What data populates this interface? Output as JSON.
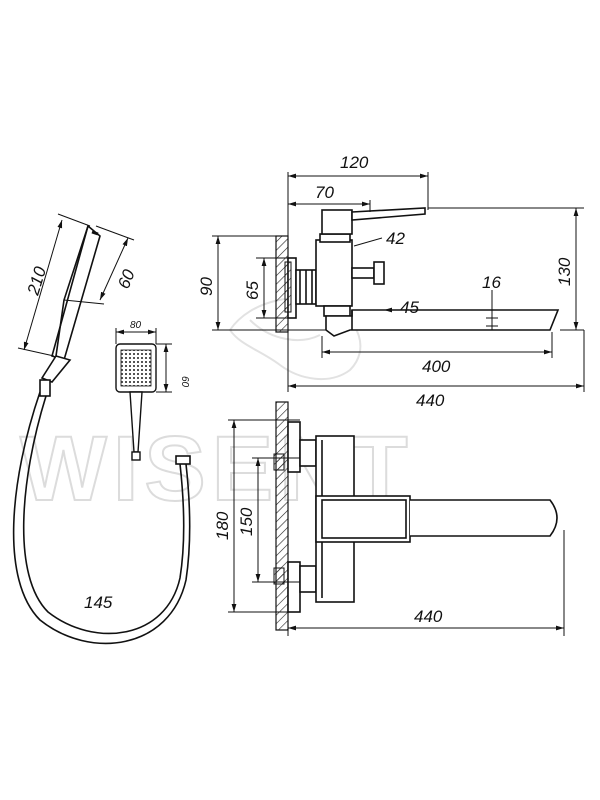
{
  "watermark": {
    "brand": "WISENT"
  },
  "dimensions": {
    "top_width_120": "120",
    "top_width_70": "70",
    "handle_42": "42",
    "eccentric_45": "45",
    "spout_height_16": "16",
    "spout_length_400": "400",
    "total_length_440": "440",
    "height_130": "130",
    "height_90": "90",
    "height_65": "65",
    "hand_shower_length_210": "210",
    "hand_shower_width_60": "60",
    "head_width_80": "80",
    "head_height_60": "60",
    "hose_length_145": "145",
    "front_height_180": "180",
    "front_height_150": "150",
    "front_length_440": "440"
  }
}
